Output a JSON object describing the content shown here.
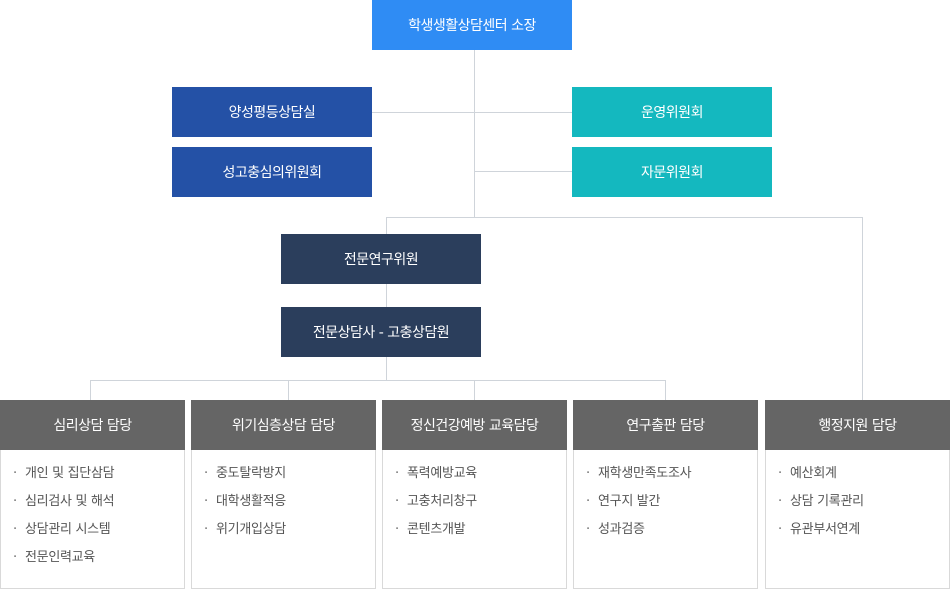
{
  "director": "학생생활상담센터 소장",
  "left_units": [
    "양성평등상담실",
    "성고충심의위원회"
  ],
  "right_units": [
    "운영위원회",
    "자문위원회"
  ],
  "research": "전문연구위원",
  "counselor": "전문상담사 - 고충상담원",
  "departments": [
    {
      "title": "심리상담 담당",
      "items": [
        "개인 및 집단삼담",
        "심리검사 및 해석",
        "상담관리 시스템",
        "전문인력교육"
      ]
    },
    {
      "title": "위기심층상담 담당",
      "items": [
        "중도탈락방지",
        "대학생활적응",
        "위기개입상담"
      ]
    },
    {
      "title": "정신건강예방 교육담당",
      "items": [
        "폭력예방교육",
        "고충처리창구",
        "콘텐츠개발"
      ]
    },
    {
      "title": "연구출판 담당",
      "items": [
        "재학생만족도조사",
        "연구지 발간",
        "성과검증"
      ]
    },
    {
      "title": "행정지원 담당",
      "items": [
        "예산회계",
        "상담 기록관리",
        "유관부서연계"
      ]
    }
  ]
}
